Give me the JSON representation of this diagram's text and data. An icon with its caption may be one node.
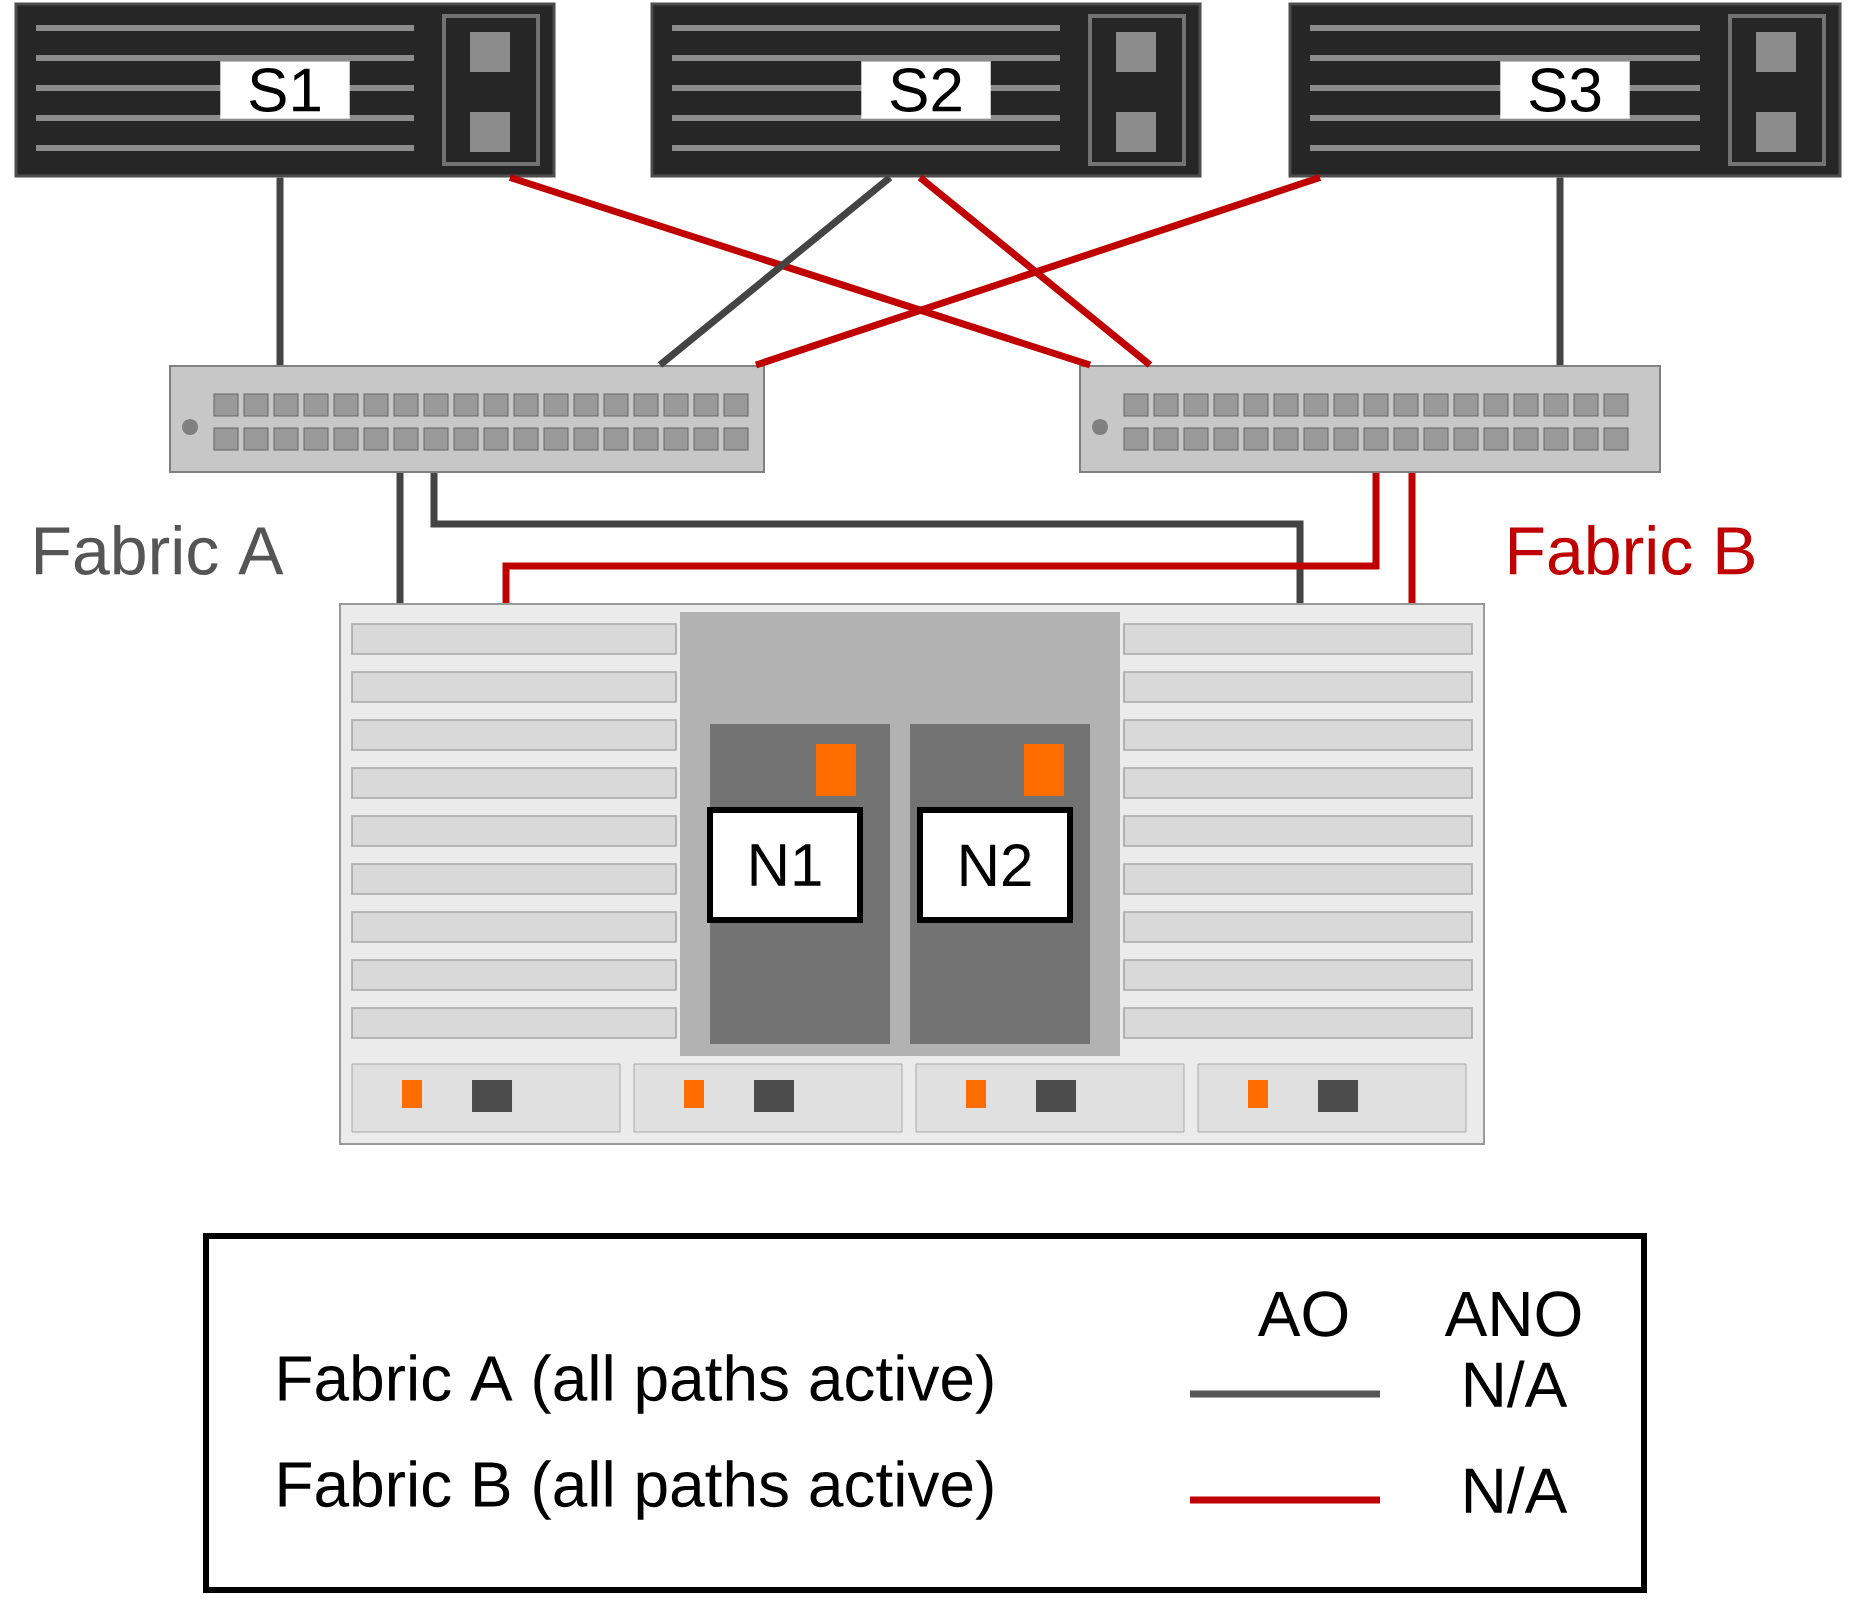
{
  "diagram": {
    "nodes": [
      {
        "text": [
          "S1"
        ]
      },
      {
        "text": [
          "S2"
        ]
      },
      {
        "text": [
          "S3"
        ]
      },
      {
        "text": [],
        "shape": "box",
        "beside": [
          "Fabric A"
        ]
      },
      {
        "text": [],
        "shape": "box",
        "beside": [
          "Fabric B"
        ]
      },
      {
        "text": [],
        "shape": "box"
      },
      {
        "text": [
          "N1"
        ],
        "in": 5
      },
      {
        "text": [
          "N2"
        ],
        "in": 5
      }
    ],
    "edges": [
      {
        "from": 0,
        "to": 3,
        "arrow": "none",
        "color": "#444444"
      },
      {
        "from": 0,
        "to": 4,
        "arrow": "none",
        "color": "#c00000"
      },
      {
        "from": 1,
        "to": 3,
        "arrow": "none",
        "color": "#444444"
      },
      {
        "from": 1,
        "to": 4,
        "arrow": "none",
        "color": "#c00000"
      },
      {
        "from": 2,
        "to": 3,
        "arrow": "none",
        "color": "#c00000"
      },
      {
        "from": 2,
        "to": 4,
        "arrow": "none",
        "color": "#444444"
      },
      {
        "from": 3,
        "to": 5,
        "arrow": "none",
        "color": "#444444"
      },
      {
        "from": 3,
        "to": 5,
        "arrow": "none",
        "color": "#444444"
      },
      {
        "from": 4,
        "to": 5,
        "arrow": "none",
        "color": "#c00000"
      },
      {
        "from": 4,
        "to": 5,
        "arrow": "none",
        "color": "#c00000"
      }
    ],
    "labels": [
      "AO",
      "ANO",
      "N/A",
      "N/A"
    ],
    "legend": [
      {
        "text": "Fabric A (all paths active)"
      },
      {
        "text": "Fabric B (all paths active)"
      }
    ]
  }
}
